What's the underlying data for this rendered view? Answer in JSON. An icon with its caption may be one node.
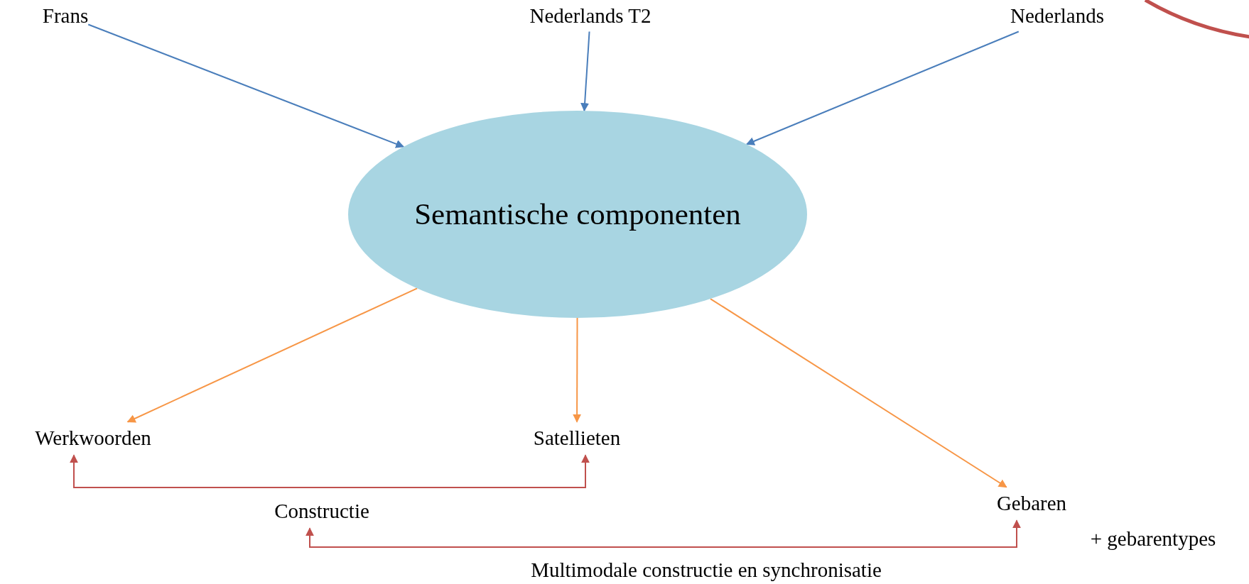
{
  "diagram": {
    "nodes": [
      {
        "text": [
          "Frans"
        ]
      },
      {
        "text": [
          "Nederlands T2"
        ]
      },
      {
        "text": [
          "Nederlands"
        ]
      },
      {
        "text": [
          "Semantische componenten"
        ]
      },
      {
        "text": [
          "Werkwoorden"
        ]
      },
      {
        "text": [
          "Satellieten"
        ]
      },
      {
        "text": [
          "Gebaren"
        ],
        "beside": [
          "+ gebarentypes"
        ]
      },
      {
        "text": [
          "Constructie"
        ]
      }
    ],
    "edges": [
      {
        "from": 0,
        "to": 3,
        "arrow": "to",
        "color": "#4a7ebb"
      },
      {
        "from": 1,
        "to": 3,
        "arrow": "to",
        "color": "#4a7ebb"
      },
      {
        "from": 2,
        "to": 3,
        "arrow": "to",
        "color": "#4a7ebb"
      },
      {
        "from": 3,
        "to": 4,
        "arrow": "to",
        "color": "#f79646"
      },
      {
        "from": 3,
        "to": 5,
        "arrow": "to",
        "color": "#f79646"
      },
      {
        "from": 3,
        "to": 6,
        "arrow": "to",
        "color": "#f79646"
      },
      {
        "from": 4,
        "to": 5,
        "arrow": "both",
        "color": "#c0504d"
      },
      {
        "from": 7,
        "to": 6,
        "arrow": "both",
        "label": "Multimodale constructie en synchronisatie",
        "color": "#c0504d"
      }
    ]
  }
}
